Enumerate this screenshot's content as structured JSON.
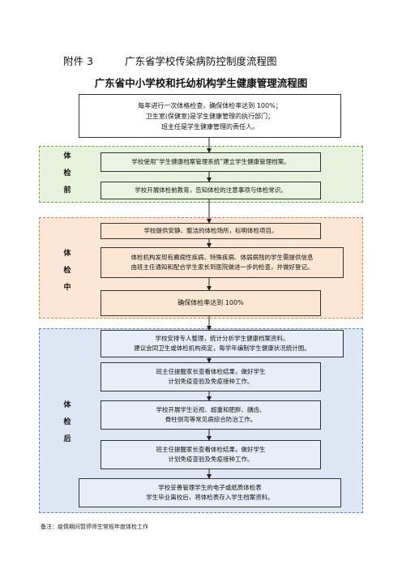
{
  "header": {
    "attachment": "附件 3",
    "title": "广东省学校传染病防控制度流程图"
  },
  "subtitle": "广东省中小学校和托幼机构学生健康管理流程图",
  "top_box": "每年进行一次体格检查，确保体检率达到 100%；\n卫生室(保健室)是学生健康管理的执行部门；\n班主任是学生健康管理的责任人。",
  "stages": {
    "pre": {
      "label": [
        "体",
        "检",
        "前"
      ]
    },
    "mid": {
      "label": [
        "体",
        "检",
        "中"
      ]
    },
    "post": {
      "label": [
        "体",
        "检",
        "后"
      ]
    }
  },
  "pre_boxes": [
    "学校使用“学生健康档案管理系统”建立学生健康管理档案。",
    "学校开展体检前教育，告知体检的注意事项与体检常识。"
  ],
  "mid_boxes": [
    "学校提供安静、整洁的体检场所，标明体检项目。",
    "体检机构发现有癫痫性疾病、特殊疾病、体弱病残的学生需提供信息\n由班主任通知和配合学生家长到医院做进一步的检查，并做好登记。",
    "确保体检率达到 100%"
  ],
  "post_boxes": [
    "学校安排专人整理，统计分析学生健康档案资料。\n建议会同卫生或体检机构商定，每学年编制学生健康状况统计图。",
    "班主任提醒家长查看体检结果，做好学生\n计划免疫查验及免疫接种工作。",
    "学校开展学生近视、超重和肥胖、龋齿、\n脊柱侧弯等常见病综合防治工作。",
    "班主任提醒家长查看体检结果，做好学生\n计划免疫查验及免疫接种工作。",
    "学校妥善管理学生的电子或纸质体检表\n学生毕业离校后，将体检表存入学生档案资料。"
  ],
  "footnote": "备注：疫情期间暂停师生常规年度体检工作"
}
